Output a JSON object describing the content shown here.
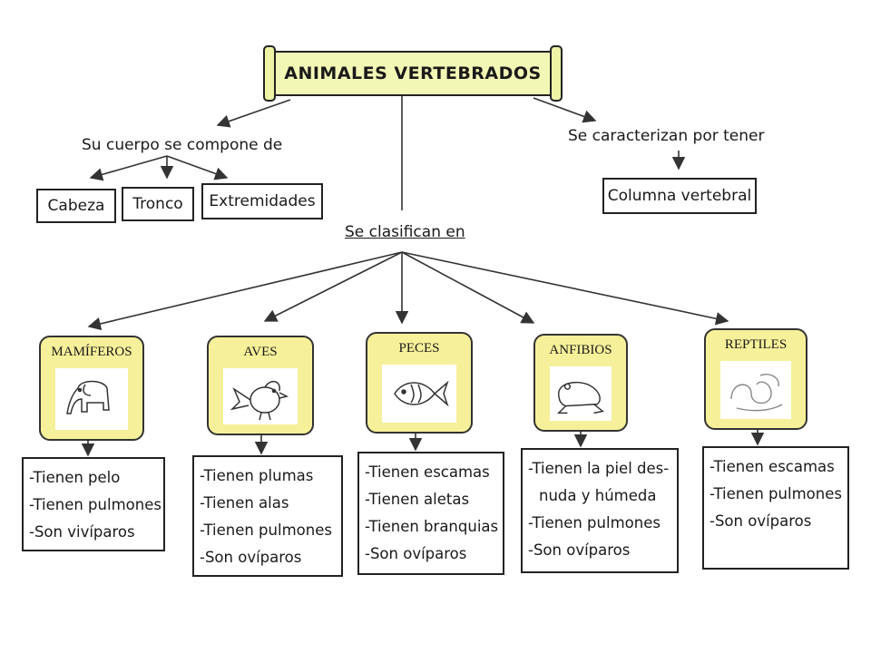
{
  "title": "ANIMALES VERTEBRADOS",
  "body": {
    "heading": "Su cuerpo se compone de",
    "parts": [
      "Cabeza",
      "Tronco",
      "Extremidades"
    ]
  },
  "characteristic": {
    "heading": "Se  caracterizan por tener",
    "value": "Columna vertebral"
  },
  "classification": {
    "heading": "Se clasifican en",
    "groups": [
      {
        "name": "MAMÍFEROS",
        "icon": "elephant-icon",
        "traits": [
          "-Tienen pelo",
          "-Tienen pulmones",
          "-Son vivíparos"
        ]
      },
      {
        "name": "AVES",
        "icon": "bird-icon",
        "traits": [
          "-Tienen plumas",
          "-Tienen alas",
          "-Tienen pulmones",
          "-Son ovíparos"
        ]
      },
      {
        "name": "PECES",
        "icon": "fish-icon",
        "traits": [
          "-Tienen escamas",
          "-Tienen aletas",
          "-Tienen branquias",
          "-Son ovíparos"
        ]
      },
      {
        "name": "ANFIBIOS",
        "icon": "frog-icon",
        "traits": [
          "-Tienen la piel des-",
          "  nuda y húmeda",
          "-Tienen pulmones",
          "-Son ovíparos"
        ]
      },
      {
        "name": "REPTILES",
        "icon": "snake-icon",
        "traits": [
          "-Tienen escamas",
          "-Tienen pulmones",
          "-Son ovíparos"
        ]
      }
    ]
  },
  "colors": {
    "title_bg": "#f3f7b6",
    "card_bg": "#f6f09a",
    "ink": "#1a1a1a"
  }
}
